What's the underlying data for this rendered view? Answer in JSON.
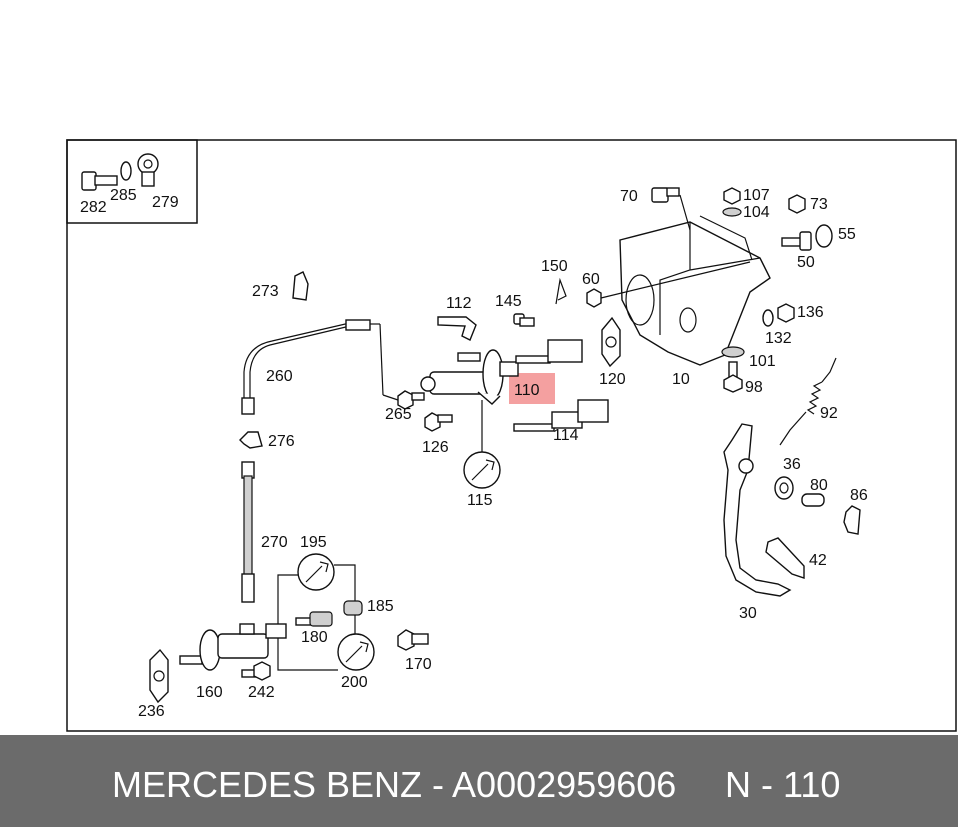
{
  "diagram": {
    "labels": {
      "l282": "282",
      "l285": "285",
      "l279": "279",
      "l70": "70",
      "l107": "107",
      "l104": "104",
      "l73": "73",
      "l55": "55",
      "l50": "50",
      "l150": "150",
      "l60": "60",
      "l273": "273",
      "l112": "112",
      "l145": "145",
      "l136": "136",
      "l132": "132",
      "l101": "101",
      "l98": "98",
      "l120": "120",
      "l10": "10",
      "l260": "260",
      "l110": "110",
      "l265": "265",
      "l92": "92",
      "l276": "276",
      "l126": "126",
      "l114": "114",
      "l36": "36",
      "l80": "80",
      "l86": "86",
      "l115": "115",
      "l270": "270",
      "l195": "195",
      "l185": "185",
      "l180": "180",
      "l42": "42",
      "l30": "30",
      "l170": "170",
      "l200": "200",
      "l160": "160",
      "l242": "242",
      "l236": "236"
    },
    "highlight_color": "#f4a0a0"
  },
  "footer": {
    "brand_part": "MERCEDES BENZ - A0002959606",
    "ref": "N - 110"
  },
  "colors": {
    "footer_bg": "#6b6b6b",
    "footer_text": "#ffffff"
  }
}
